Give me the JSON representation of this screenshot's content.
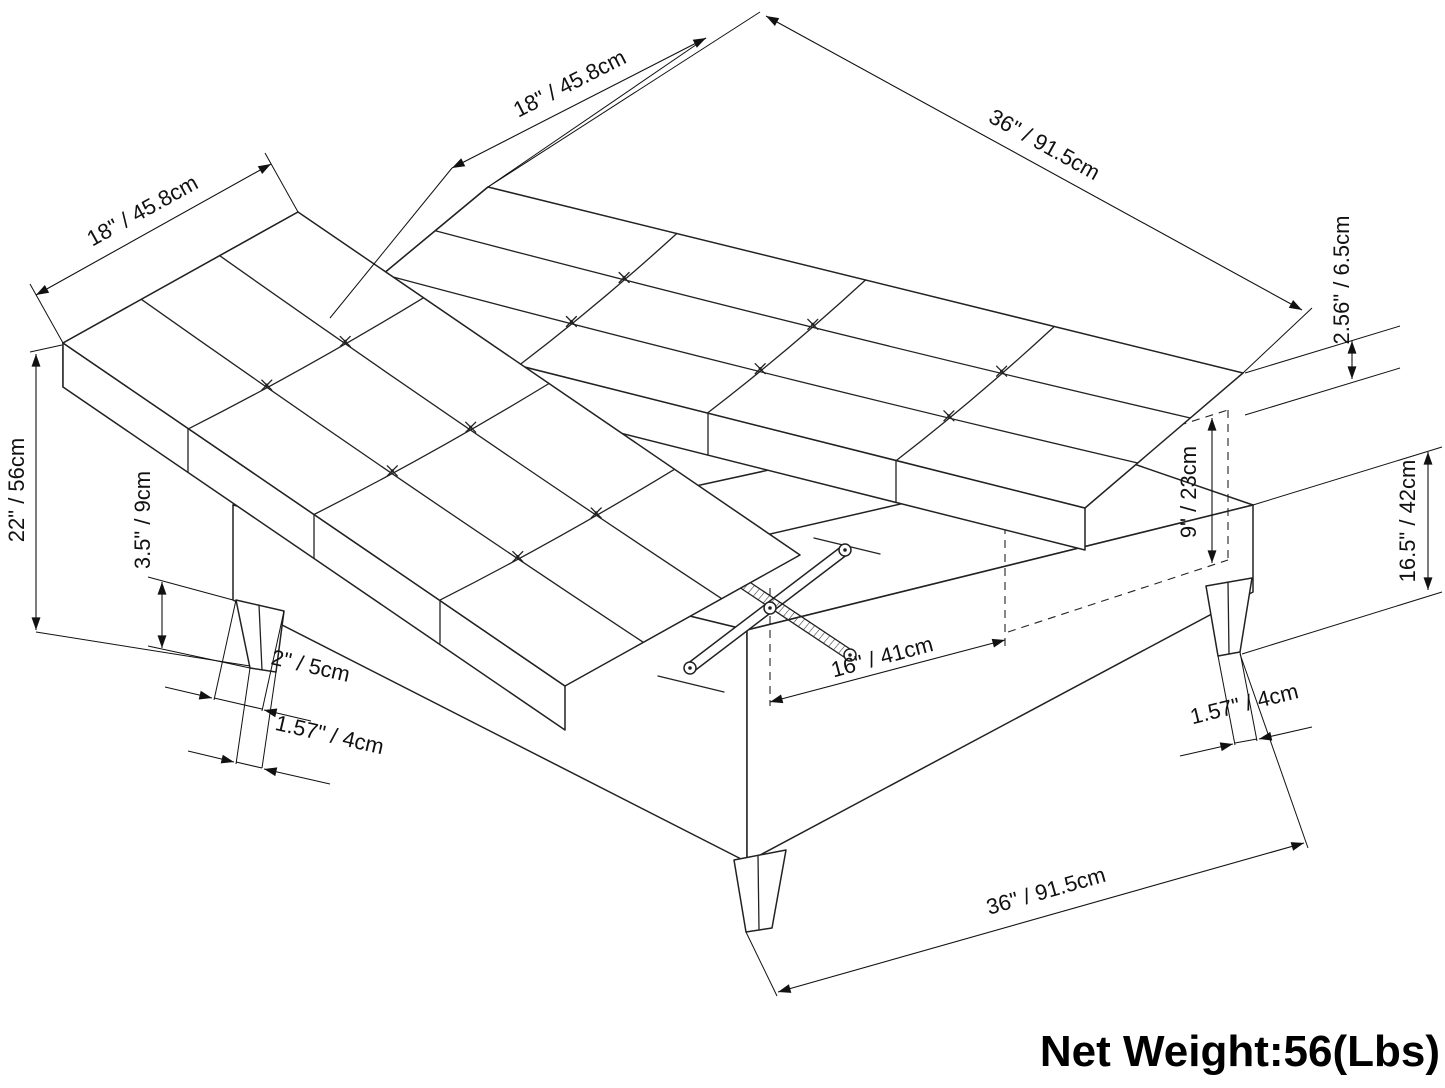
{
  "dims": {
    "top_lid_depth": "18\" / 45.8cm",
    "lid_width": "36\" / 91.5cm",
    "open_lid_depth": "18\" / 45.8cm",
    "overall_height": "22\" / 56cm",
    "leg_height": "3.5\" / 9cm",
    "leg_top_width": "2\" / 5cm",
    "leg_bottom_width_left": "1.57\" / 4cm",
    "opening_width": "16\" / 41cm",
    "leg_bottom_width_right": "1.57\" / 4cm",
    "base_width": "36\" / 91.5cm",
    "cushion_thickness": "2.56\" / 6.5cm",
    "base_height": "16.5\" / 42cm",
    "storage_depth": "9\" / 23cm"
  },
  "net_weight": "Net Weight:56(Lbs)"
}
